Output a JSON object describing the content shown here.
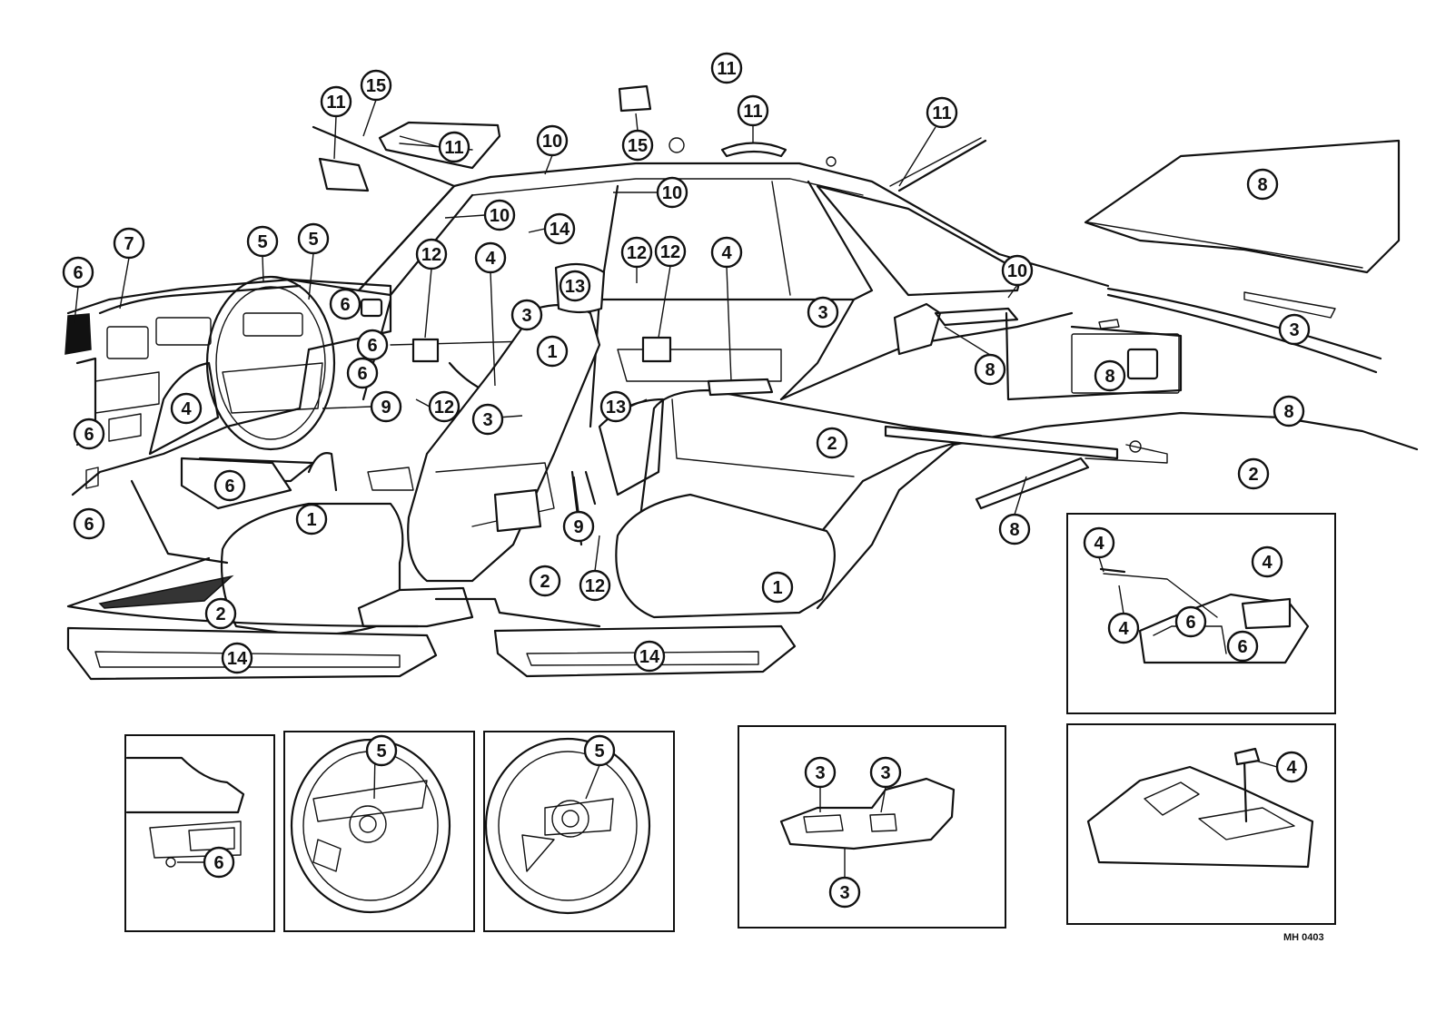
{
  "figure_code": "MH 0403",
  "callouts": {
    "c01": "11",
    "c02": "15",
    "c03": "11",
    "c04": "15",
    "c05": "11",
    "c06": "10",
    "c07": "11",
    "c08": "11",
    "c09": "8",
    "c10": "10",
    "c11": "10",
    "c12": "14",
    "c13": "6",
    "c14": "7",
    "c15": "5",
    "c16": "5",
    "c17": "12",
    "c18": "4",
    "c19": "12",
    "c20": "12",
    "c21": "4",
    "c22": "13",
    "c23": "6",
    "c24": "3",
    "c25": "3",
    "c26": "10",
    "c27": "6",
    "c28": "1",
    "c29": "6",
    "c30": "3",
    "c31": "9",
    "c32": "12",
    "c33": "3",
    "c34": "13",
    "c35": "8",
    "c36": "8",
    "c37": "4",
    "c38": "6",
    "c39": "2",
    "c40": "8",
    "c41": "6",
    "c42": "2",
    "c43": "6",
    "c44": "1",
    "c45": "9",
    "c46": "8",
    "c47": "2",
    "c48": "12",
    "c49": "1",
    "c50": "2",
    "c51": "14",
    "c52": "14",
    "c53": "4",
    "c54": "4",
    "c55": "4",
    "c56": "6",
    "c57": "6",
    "c58": "6",
    "c59": "5",
    "c60": "5",
    "c61": "3",
    "c62": "3",
    "c63": "3",
    "c64": "4"
  }
}
